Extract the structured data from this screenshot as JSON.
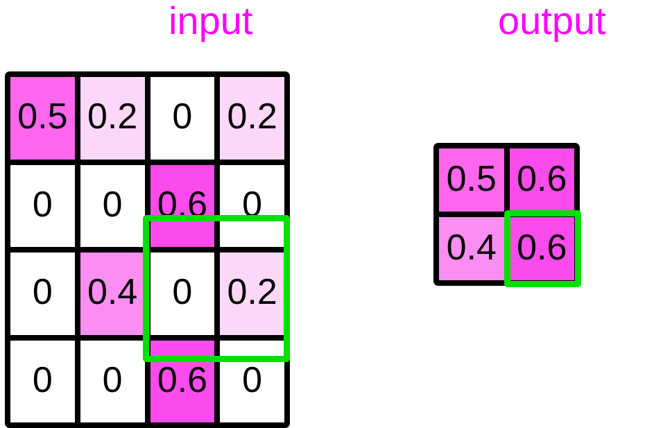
{
  "figure": {
    "type": "max-pooling-diagram",
    "background_color": "#ffffff",
    "title_color": "#ff00ff",
    "grid_line_color": "#000000",
    "highlight_color": "#00e000",
    "text_color": "#000000"
  },
  "labels": {
    "input_title": "input",
    "output_title": "output"
  },
  "input": {
    "rows": 4,
    "cols": 4,
    "cells": [
      [
        {
          "value": "0.5",
          "fill": "#ff66ee"
        },
        {
          "value": "0.2",
          "fill": "#fbd7f8"
        },
        {
          "value": "0",
          "fill": "#ffffff"
        },
        {
          "value": "0.2",
          "fill": "#fbd7f8"
        }
      ],
      [
        {
          "value": "0",
          "fill": "#ffffff"
        },
        {
          "value": "0",
          "fill": "#ffffff"
        },
        {
          "value": "0.6",
          "fill": "#fb4bec"
        },
        {
          "value": "0",
          "fill": "#ffffff"
        }
      ],
      [
        {
          "value": "0",
          "fill": "#ffffff"
        },
        {
          "value": "0.4",
          "fill": "#fb8ef2"
        },
        {
          "value": "0",
          "fill": "#ffffff"
        },
        {
          "value": "0.2",
          "fill": "#fbd7f8"
        }
      ],
      [
        {
          "value": "0",
          "fill": "#ffffff"
        },
        {
          "value": "0",
          "fill": "#ffffff"
        },
        {
          "value": "0.6",
          "fill": "#fb4bec"
        },
        {
          "value": "0",
          "fill": "#ffffff"
        }
      ]
    ],
    "highlight_window": {
      "label": "pooling-window",
      "row_start": 2,
      "col_start": 2,
      "row_span": 2,
      "col_span": 2
    }
  },
  "output": {
    "rows": 2,
    "cols": 2,
    "cells": [
      [
        {
          "value": "0.5",
          "fill": "#ff66ee"
        },
        {
          "value": "0.6",
          "fill": "#fb4bec"
        }
      ],
      [
        {
          "value": "0.4",
          "fill": "#fb8ef2"
        },
        {
          "value": "0.6",
          "fill": "#fb4bec"
        }
      ]
    ],
    "highlight_cell": {
      "label": "pooled-result",
      "row": 1,
      "col": 1
    }
  },
  "chart_data": {
    "type": "heatmap",
    "title": "",
    "xlabel": "",
    "ylabel": "",
    "panels": [
      {
        "name": "input",
        "matrix": [
          [
            0.5,
            0.2,
            0,
            0.2
          ],
          [
            0,
            0,
            0.6,
            0
          ],
          [
            0,
            0.4,
            0,
            0.2
          ],
          [
            0,
            0,
            0.6,
            0
          ]
        ],
        "colormap": "white-to-magenta",
        "vmin": 0,
        "vmax": 0.6
      },
      {
        "name": "output",
        "matrix": [
          [
            0.5,
            0.6
          ],
          [
            0.4,
            0.6
          ]
        ],
        "colormap": "white-to-magenta",
        "vmin": 0,
        "vmax": 0.6
      }
    ]
  }
}
